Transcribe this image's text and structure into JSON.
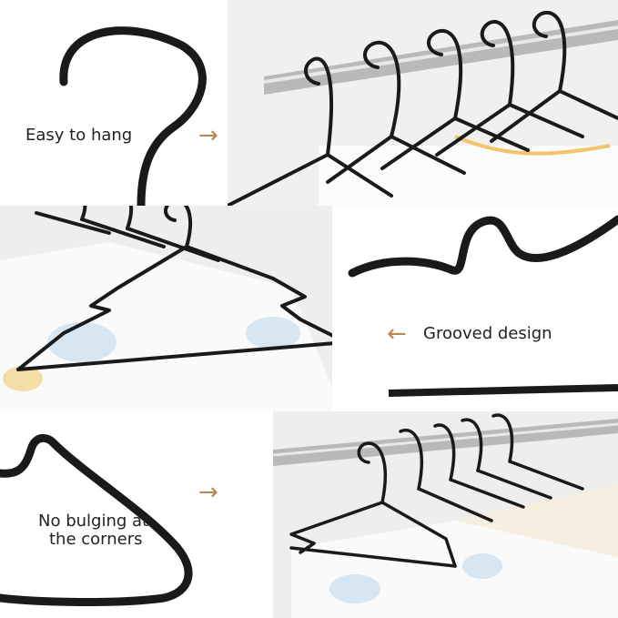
{
  "features": [
    {
      "caption": "Easy to hang",
      "arrow": "→",
      "arrow_icon": "arrow-right-icon"
    },
    {
      "caption": "Grooved design",
      "arrow": "←",
      "arrow_icon": "arrow-left-icon"
    },
    {
      "caption_line1": "No bulging at",
      "caption_line2": "the corners",
      "arrow": "→",
      "arrow_icon": "arrow-right-icon"
    }
  ],
  "colors": {
    "accent": "#b48a54",
    "hanger": "#1a1a1a",
    "rail": "#a8a8a8",
    "background": "#ffffff",
    "photo_bg": "#eeeeee"
  }
}
